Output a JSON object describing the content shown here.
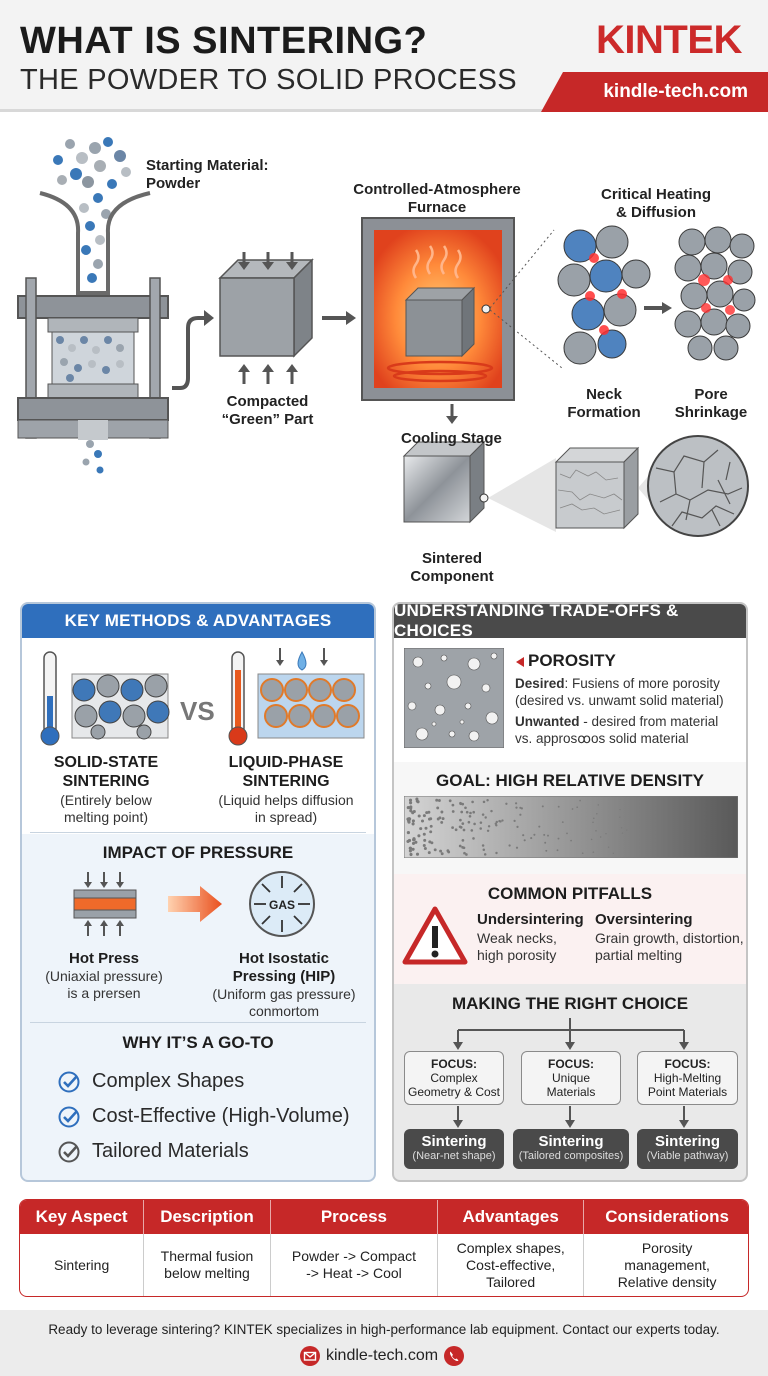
{
  "header": {
    "title": "WHAT IS SINTERING?",
    "subtitle": "THE POWDER TO SOLID PROCESS",
    "brand": "KINTEK",
    "site": "kindle-tech.com"
  },
  "process": {
    "starting_material": [
      "Starting Material:",
      "Powder"
    ],
    "compacted": [
      "Compacted",
      "“Green” Part"
    ],
    "furnace": [
      "Controlled-Atmosphere",
      "Furnace"
    ],
    "heating": [
      "Critical Heating",
      "& Diffusion"
    ],
    "neck": [
      "Neck",
      "Formation"
    ],
    "pore": [
      "Pore",
      "Shrinkage"
    ],
    "cooling": "Cooling Stage",
    "sintered": [
      "Sintered",
      "Component"
    ]
  },
  "methods": {
    "header": "KEY METHODS & ADVANTAGES",
    "vs": "VS",
    "solid": {
      "title": [
        "SOLID-STATE",
        "SINTERING"
      ],
      "desc": [
        "(Entirely below",
        "melting point)"
      ]
    },
    "liquid": {
      "title": [
        "LIQUID-PHASE",
        "SINTERING"
      ],
      "desc": [
        "(Liquid helps diffusion",
        "in spread)"
      ]
    },
    "pressure_title": "IMPACT OF PRESSURE",
    "hot_press": {
      "title": "Hot Press",
      "desc": [
        "(Uniaxial pressure)",
        "is a prersen"
      ]
    },
    "hip": {
      "title": [
        "Hot Isostatic",
        "Pressing (HIP)"
      ],
      "desc": [
        "(Uniform gas pressure)",
        "conmortom"
      ]
    },
    "gas": "GAS",
    "why_title": "WHY IT’S A GO-TO",
    "benefits": [
      "Complex Shapes",
      "Cost-Effective (High-Volume)",
      "Tailored Materials"
    ]
  },
  "tradeoffs": {
    "header": "UNDERSTANDING TRADE-OFFS & CHOICES",
    "porosity_title": "POROSITY",
    "desired_label": "Desired",
    "desired_text": ": Fusiens of more porosity",
    "desired_text2": "(desired vs. unwamt solid material)",
    "unwanted_label": "Unwanted",
    "unwanted_text": " - desired from material",
    "unwanted_text2": "vs. approsꝏos solid material",
    "goal": "GOAL: HIGH RELATIVE DENSITY",
    "pitfalls_title": "COMMON PITFALLS",
    "under": {
      "title": "Undersintering",
      "desc": [
        "Weak necks,",
        "high porosity"
      ]
    },
    "over": {
      "title": "Oversintering",
      "desc": [
        "Grain growth, distortion,",
        "partial melting"
      ]
    },
    "choice_title": "MAKING THE RIGHT CHOICE",
    "focus": [
      {
        "label": "FOCUS:",
        "lines": [
          "Complex",
          "Geometry & Cost"
        ],
        "result": "Sintering",
        "note": "(Near-net shape)"
      },
      {
        "label": "FOCUS:",
        "lines": [
          "Unique",
          "Materials"
        ],
        "result": "Sintering",
        "note": "(Tailored composites)"
      },
      {
        "label": "FOCUS:",
        "lines": [
          "High-Melting",
          "Point Materials"
        ],
        "result": "Sintering",
        "note": "(Viable pathway)"
      }
    ]
  },
  "table": {
    "headers": [
      "Key Aspect",
      "Description",
      "Process",
      "Advantages",
      "Considerations"
    ],
    "row": [
      [
        "Sintering"
      ],
      [
        "Thermal fusion",
        "below melting"
      ],
      [
        "Powder -> Compact",
        "-> Heat -> Cool"
      ],
      [
        "Complex shapes,",
        "Cost-effective,",
        "Tailored"
      ],
      [
        "Porosity",
        "management,",
        "Relative density"
      ]
    ]
  },
  "footer": {
    "cta": "Ready to leverage sintering? KINTEK specializes in high-performance lab equipment. Contact our experts today.",
    "site": "kindle-tech.com"
  },
  "colors": {
    "red": "#c62828",
    "blue": "#2f6fbd",
    "dark": "#4a4a4a"
  }
}
